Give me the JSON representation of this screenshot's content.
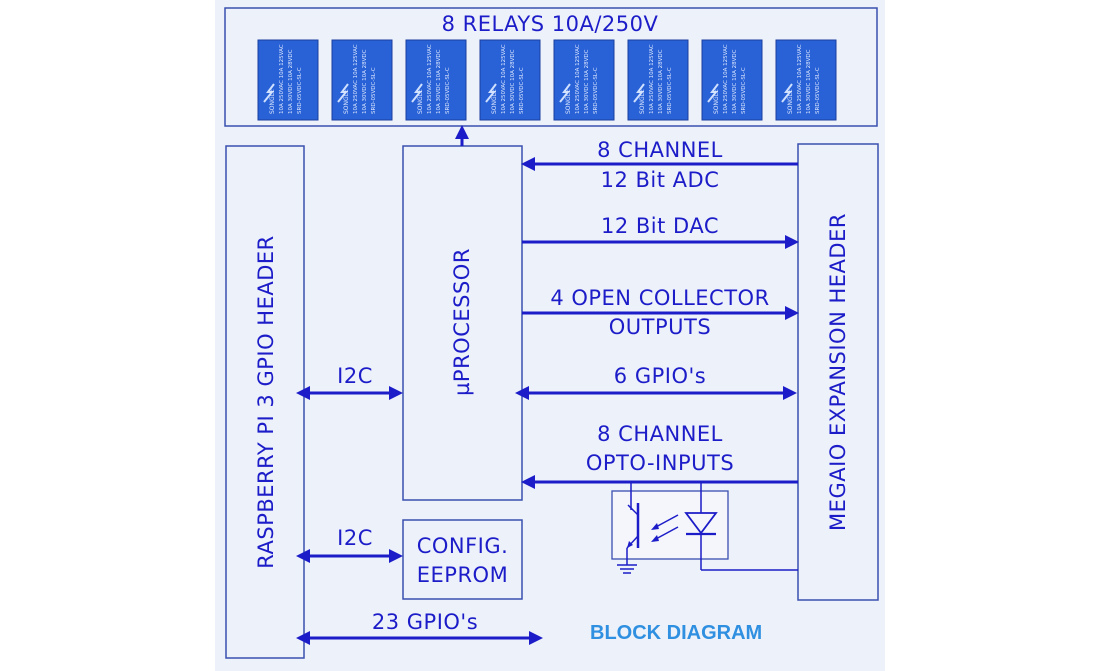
{
  "colors": {
    "background": "#edf2fa",
    "line": "#1c1cc8",
    "box_border": "#3a4fb0",
    "relay_fill": "#2962d6",
    "caption": "#2f8fe0"
  },
  "relays": {
    "title": "8 RELAYS 10A/250V",
    "count": 8,
    "part_text": [
      "SONGLE",
      "10A 250VAC 10A 125VAC",
      "10A 30VDC 10A 28VDC",
      "SRD-05VDC-SL-C"
    ]
  },
  "blocks": {
    "rpi_header": "RASPBERRY PI 3 GPIO HEADER",
    "processor": "µPROCESSOR",
    "config_eeprom": [
      "CONFIG.",
      "EEPROM"
    ],
    "megaio_header": "MEGAIO EXPANSION HEADER"
  },
  "links": {
    "adc": [
      "8 CHANNEL",
      "12 Bit ADC"
    ],
    "dac": "12 Bit DAC",
    "open_collector": [
      "4 OPEN COLLECTOR",
      "OUTPUTS"
    ],
    "gpio6": "6 GPIO's",
    "opto": [
      "8 CHANNEL",
      "OPTO-INPUTS"
    ],
    "i2c_processor": "I2C",
    "i2c_eeprom": "I2C",
    "gpio23": "23 GPIO's"
  },
  "caption": "BLOCK DIAGRAM"
}
